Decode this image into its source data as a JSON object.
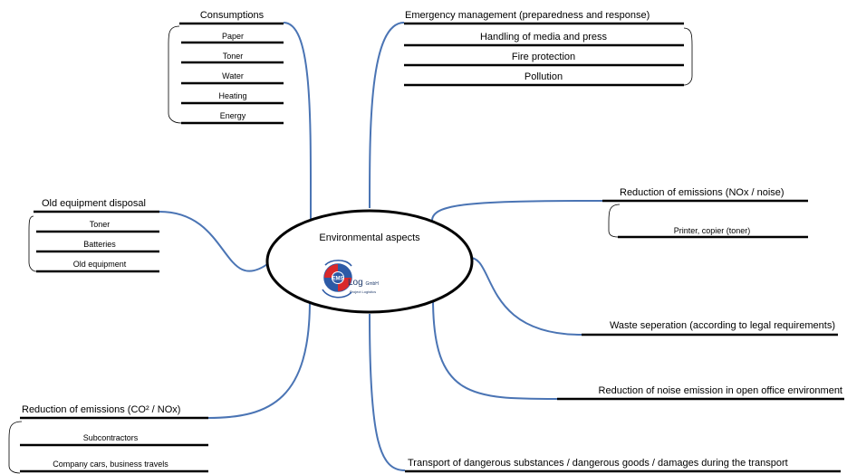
{
  "center": {
    "title": "Environmental aspects",
    "logo_text": "EMS",
    "logo_company": "Log",
    "logo_gmbh": "GmbH",
    "logo_sub": "Project Logistics"
  },
  "branches": {
    "consumptions": {
      "label": "Consumptions",
      "items": [
        "Paper",
        "Toner",
        "Water",
        "Heating",
        "Energy"
      ]
    },
    "emergency": {
      "label": "Emergency management (preparedness and response)",
      "items": [
        "Handling of media and press",
        "Fire protection",
        "Pollution"
      ]
    },
    "old_equipment": {
      "label": "Old equipment disposal",
      "items": [
        "Toner",
        "Batteries",
        "Old equipment"
      ]
    },
    "reduction_nox_noise": {
      "label": "Reduction of emissions (NOx / noise)",
      "items": [
        "Printer, copier (toner)"
      ]
    },
    "waste": {
      "label": "Waste seperation (according to legal requirements)"
    },
    "noise_office": {
      "label": "Reduction of noise emission in open office environment"
    },
    "reduction_co2": {
      "label": "Reduction of emissions (CO² / NOx)",
      "items": [
        "Subcontractors",
        "Company cars, business travels"
      ]
    },
    "transport": {
      "label": "Transport of dangerous substances / dangerous goods / damages during the transport"
    }
  },
  "colors": {
    "connector": "#4a74b4",
    "line": "#000000",
    "logo_blue": "#2d5aa6",
    "logo_red": "#d9292b"
  }
}
